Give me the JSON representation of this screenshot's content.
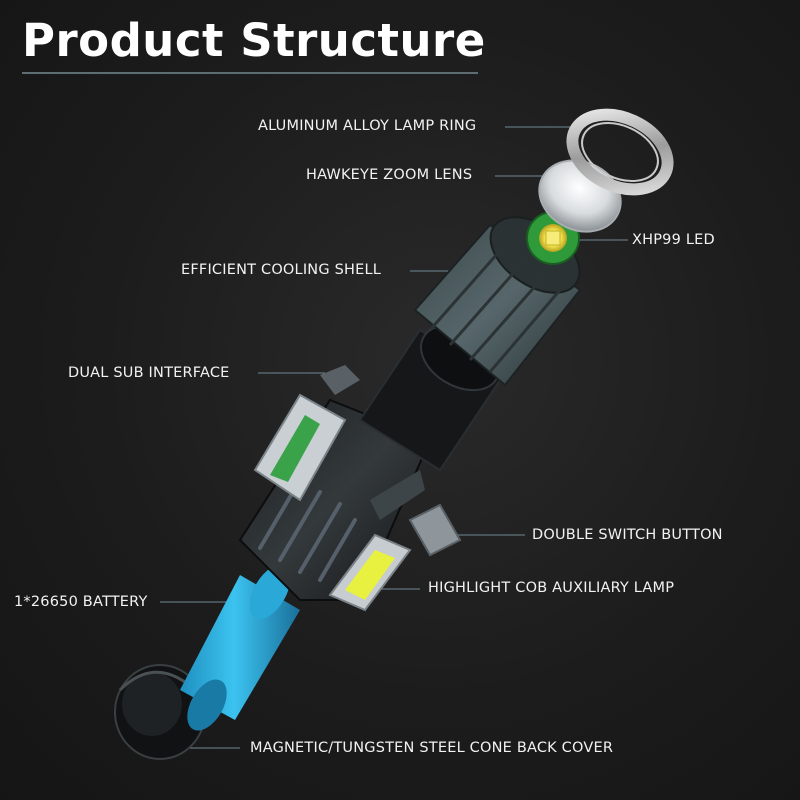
{
  "title": "Product Structure",
  "labels": {
    "lamp_ring": "ALUMINUM ALLOY LAMP RING",
    "zoom_lens": "HAWKEYE ZOOM LENS",
    "led": "XHP99 LED",
    "cooling_shell": "EFFICIENT COOLING SHELL",
    "sub_interface": "DUAL SUB INTERFACE",
    "switch_button": "DOUBLE SWITCH BUTTON",
    "cob_lamp": "HIGHLIGHT COB AUXILIARY LAMP",
    "battery": "1*26650 BATTERY",
    "back_cover": "MAGNETIC/TUNGSTEN STEEL CONE BACK COVER"
  }
}
